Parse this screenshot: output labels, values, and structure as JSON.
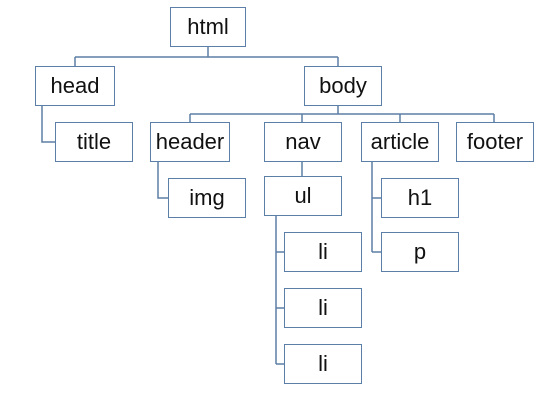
{
  "diagram": {
    "colors": {
      "box_border": "#5b7fa6",
      "connector": "#5b7fa6",
      "text": "#111111",
      "background": "#ffffff"
    },
    "nodes": {
      "html": "html",
      "head": "head",
      "body": "body",
      "title": "title",
      "header": "header",
      "nav": "nav",
      "article": "article",
      "footer": "footer",
      "img": "img",
      "ul": "ul",
      "h1": "h1",
      "p": "p",
      "li_1": "li",
      "li_2": "li",
      "li_3": "li"
    },
    "edges": [
      [
        "html",
        "head"
      ],
      [
        "html",
        "body"
      ],
      [
        "head",
        "title"
      ],
      [
        "body",
        "header"
      ],
      [
        "body",
        "nav"
      ],
      [
        "body",
        "article"
      ],
      [
        "body",
        "footer"
      ],
      [
        "header",
        "img"
      ],
      [
        "nav",
        "ul"
      ],
      [
        "ul",
        "li_1"
      ],
      [
        "ul",
        "li_2"
      ],
      [
        "ul",
        "li_3"
      ],
      [
        "article",
        "h1"
      ],
      [
        "article",
        "p"
      ]
    ]
  }
}
